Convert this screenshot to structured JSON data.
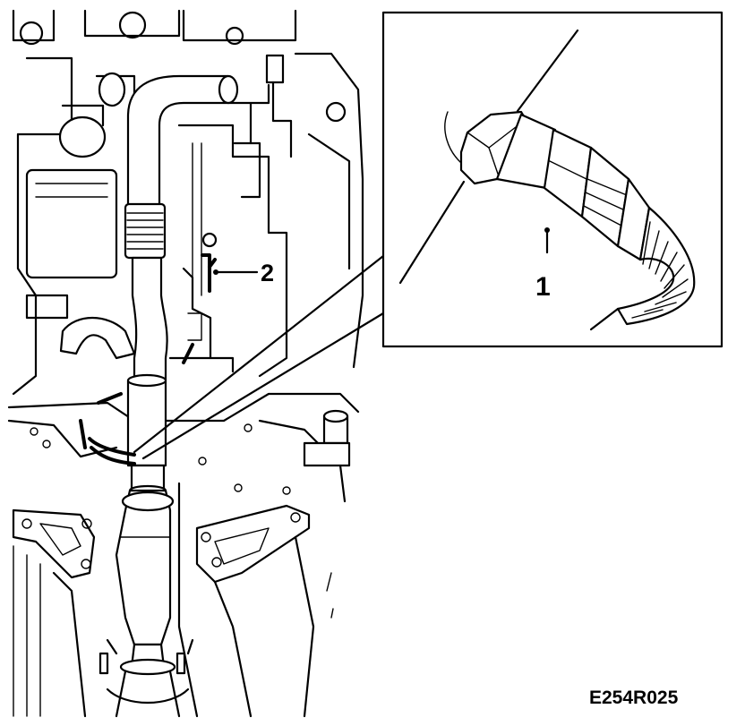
{
  "figure": {
    "callouts": {
      "sensor": "1",
      "connector": "2"
    },
    "reference_code": "E254R025",
    "colors": {
      "line": "#000000",
      "background": "#ffffff"
    }
  }
}
